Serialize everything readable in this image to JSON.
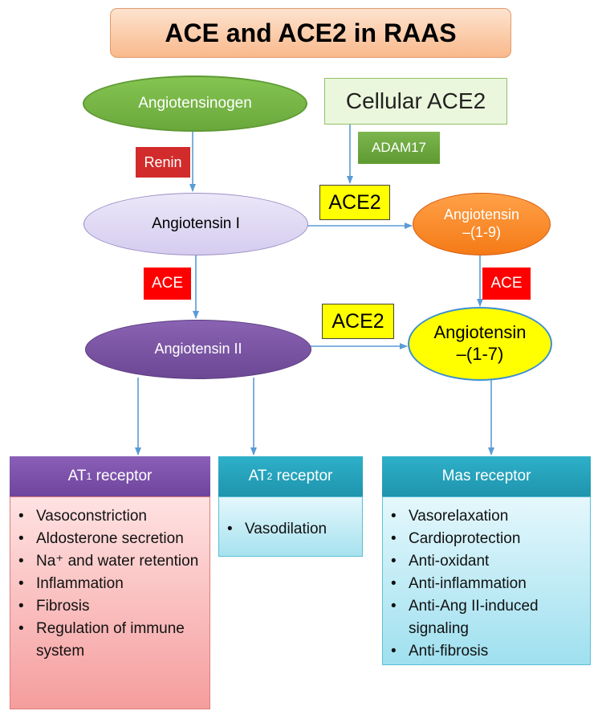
{
  "title": "ACE and ACE2 in RAAS",
  "nodes": {
    "angiotensinogen": "Angiotensinogen",
    "cellular_ace2": "Cellular ACE2",
    "angiotensin_1": "Angiotensin I",
    "angiotensin_2": "Angiotensin II",
    "angiotensin_1_9_line1": "Angiotensin",
    "angiotensin_1_9_line2": "–(1-9)",
    "angiotensin_1_7_line1": "Angiotensin",
    "angiotensin_1_7_line2": "–(1-7)"
  },
  "enzymes": {
    "renin": "Renin",
    "adam17": "ADAM17",
    "ace_left": "ACE",
    "ace_right": "ACE",
    "ace2_upper": "ACE2",
    "ace2_lower": "ACE2"
  },
  "receptors": {
    "at1": {
      "title_prefix": "AT",
      "title_sub": "1",
      "title_suffix": " receptor",
      "items": [
        "Vasoconstriction",
        "Aldosterone secretion",
        "Na⁺ and water retention",
        "Inflammation",
        "Fibrosis",
        "Regulation of immune system"
      ]
    },
    "at2": {
      "title_prefix": "AT",
      "title_sub": "2",
      "title_suffix": " receptor",
      "items": [
        "Vasodilation"
      ]
    },
    "mas": {
      "title": "Mas receptor",
      "items": [
        "Vasorelaxation",
        "Cardioprotection",
        "Anti-oxidant",
        "Anti-inflammation",
        "Anti-Ang II-induced signaling",
        "Anti-fibrosis"
      ]
    }
  },
  "colors": {
    "connector": "#5b9bd5",
    "title_fill": "#f9b98b",
    "renin_fill": "#d22b2b",
    "ace_fill": "#ff0000",
    "ace2_fill": "#ffff00",
    "at1_header": "#7a4fa8",
    "at1_body": "#f8b4b4",
    "at2_mas_header": "#23a2bc",
    "at2_mas_body": "#c9eef7"
  }
}
